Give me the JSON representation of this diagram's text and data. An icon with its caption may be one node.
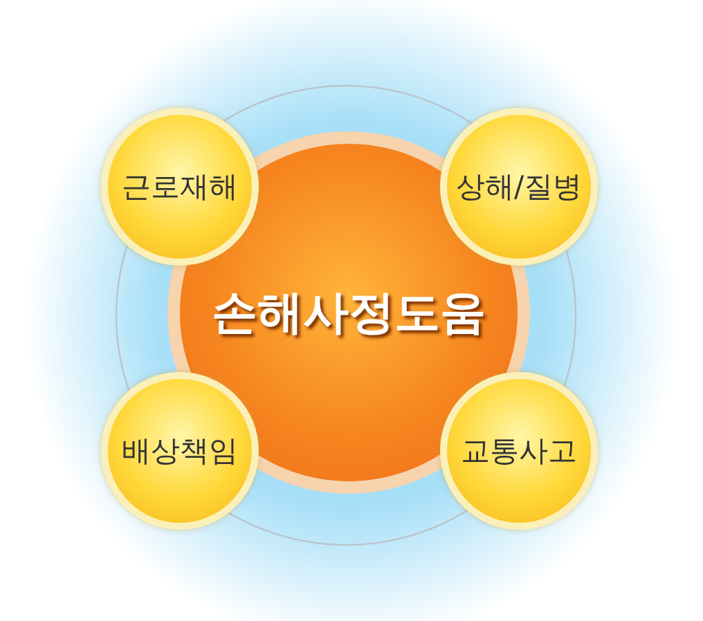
{
  "diagram": {
    "nodes": [
      {
        "text": [
          "근로재해"
        ]
      },
      {
        "text": [
          "상해/질병"
        ]
      },
      {
        "text": [
          "손해사정도움"
        ]
      },
      {
        "text": [
          "배상책임"
        ]
      },
      {
        "text": [
          "교통사고"
        ]
      }
    ]
  }
}
